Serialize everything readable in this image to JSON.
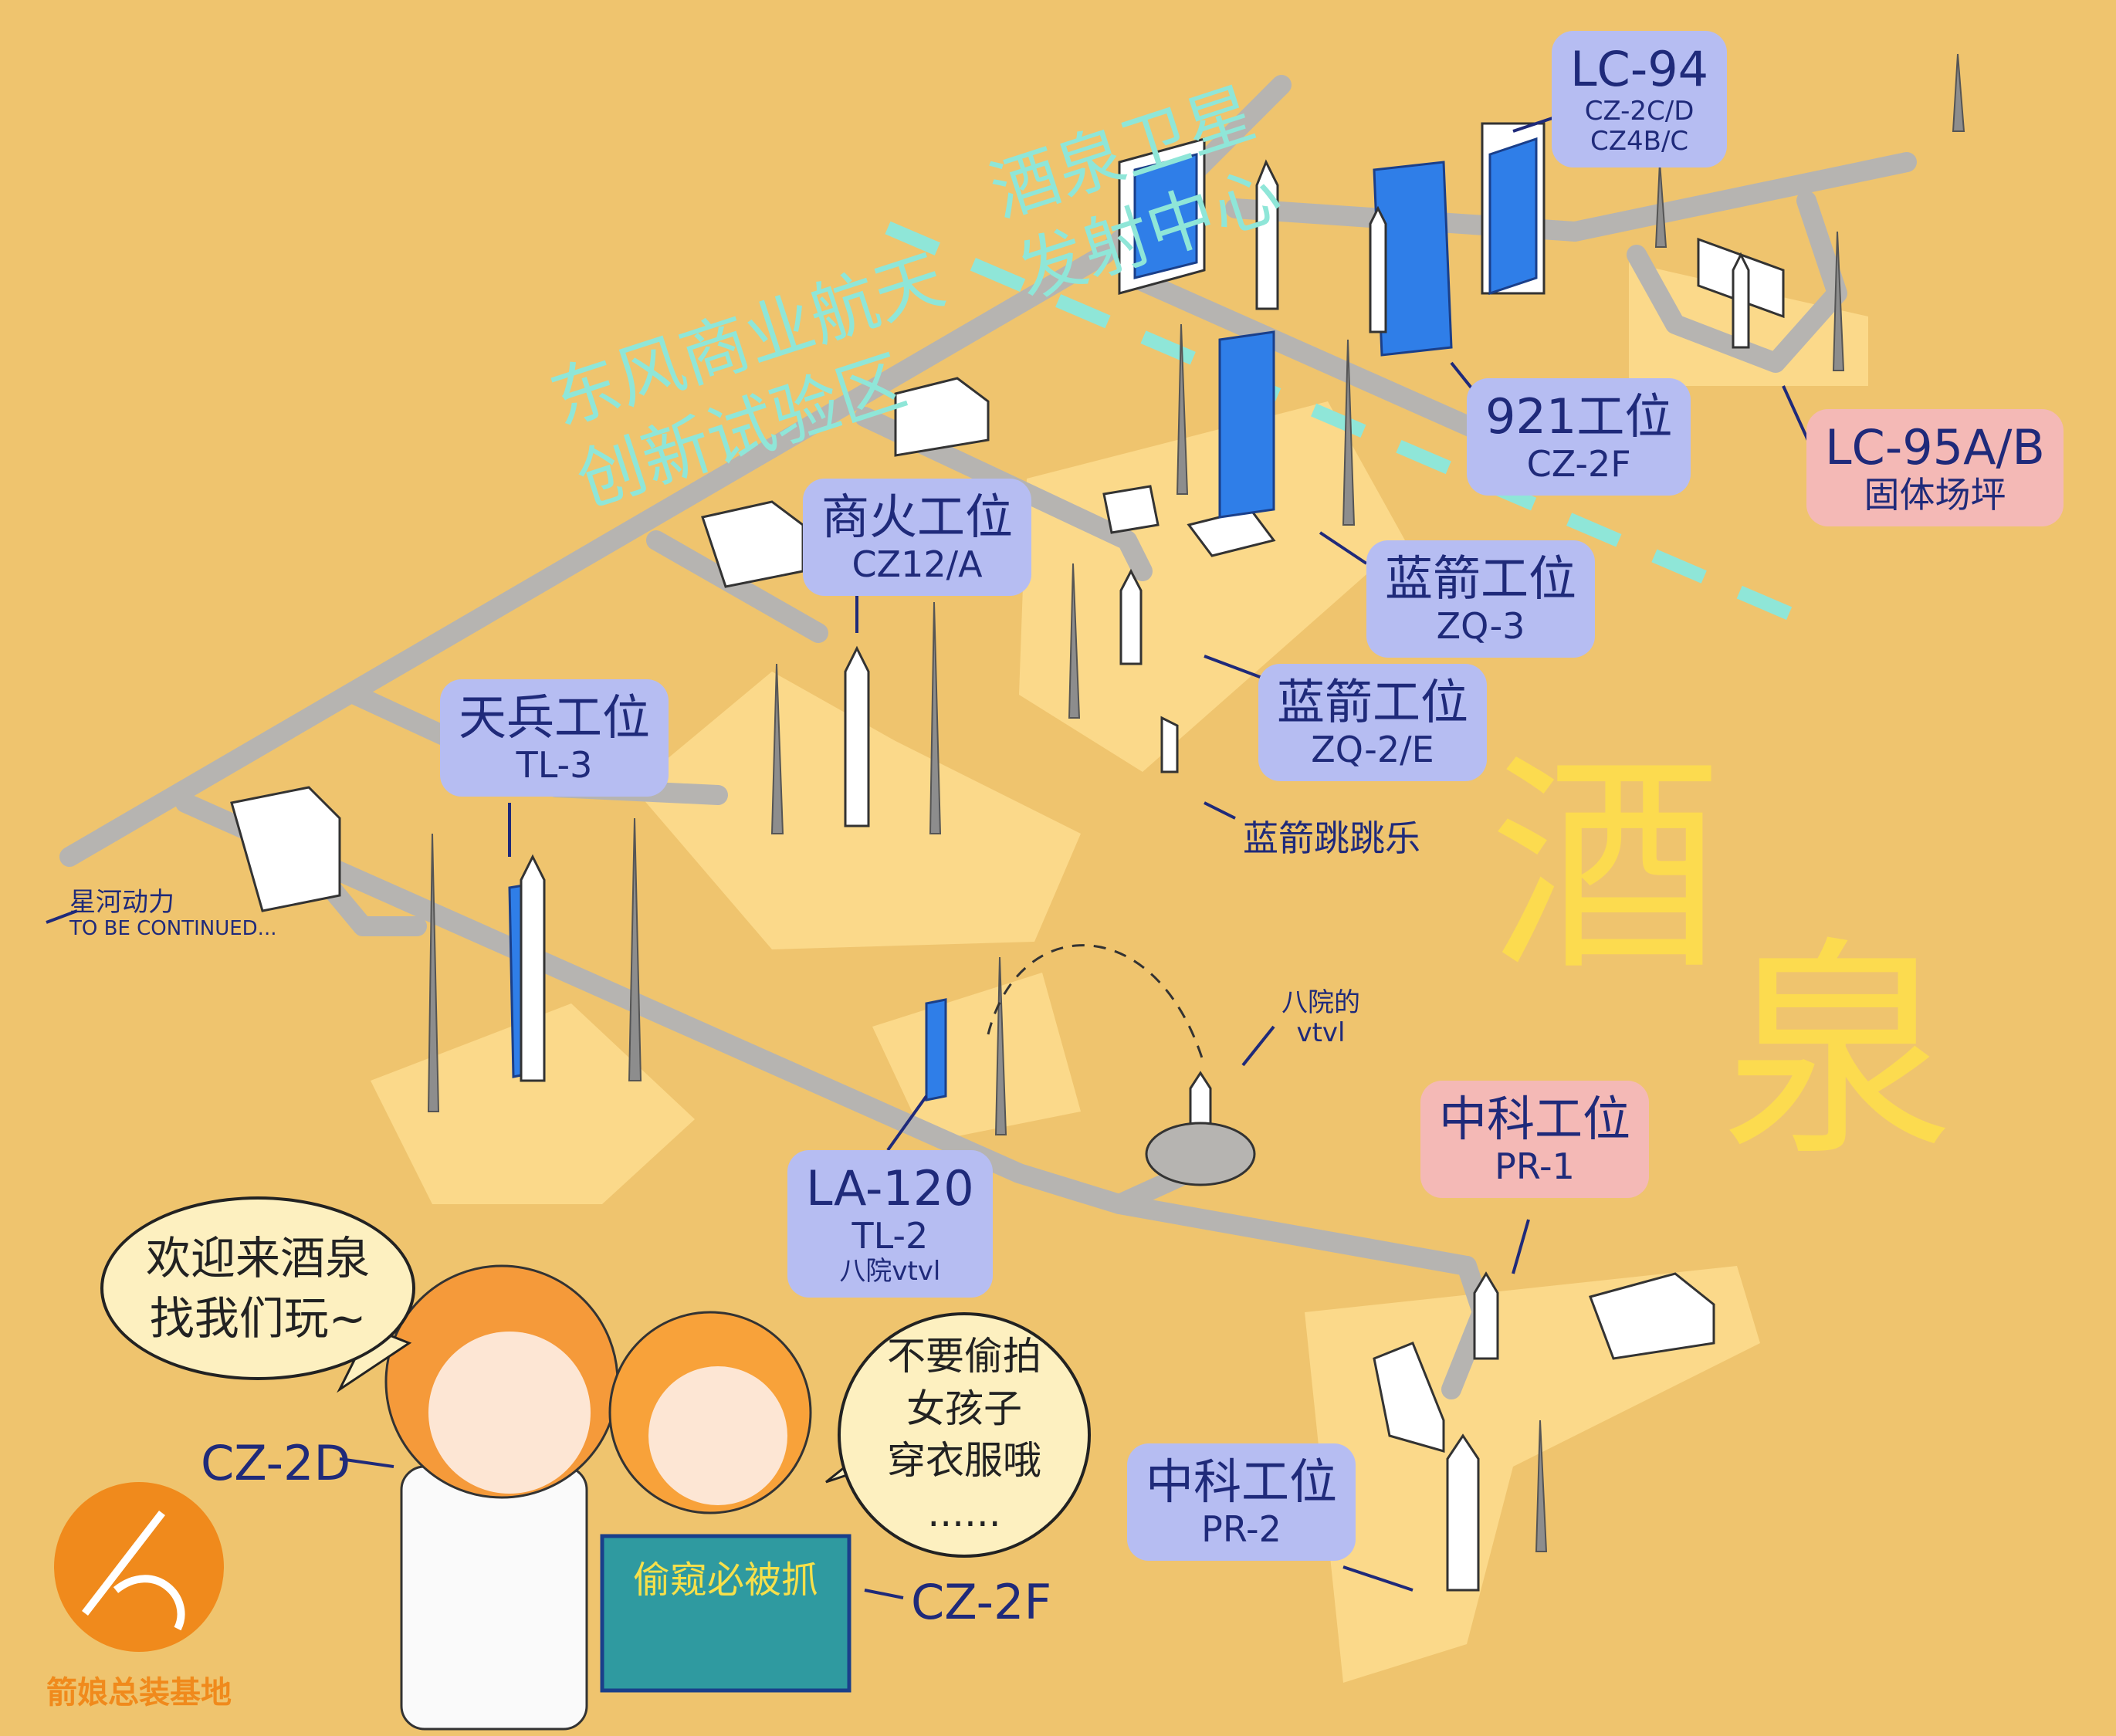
{
  "title_region": {
    "zone_line1": "东风商业航天",
    "zone_line2": "创新试验区",
    "center_line1": "酒泉卫星",
    "center_line2": "发射中心"
  },
  "big_characters": [
    "酒",
    "泉"
  ],
  "sites": {
    "lc94": {
      "name": "LC-94",
      "line2": "CZ-2C/D",
      "line3": "CZ4B/C"
    },
    "lc95": {
      "name": "LC-95A/B",
      "sub": "固体场坪"
    },
    "pad921": {
      "name": "921工位",
      "sub": "CZ-2F"
    },
    "zq3": {
      "name": "蓝箭工位",
      "sub": "ZQ-3"
    },
    "zq2": {
      "name": "蓝箭工位",
      "sub": "ZQ-2/E"
    },
    "hopper": {
      "name": "蓝箭跳跳乐"
    },
    "shanghuo": {
      "name": "商火工位",
      "sub": "CZ12/A"
    },
    "tianbing": {
      "name": "天兵工位",
      "sub": "TL-3"
    },
    "xinghe": {
      "name": "星河动力",
      "sub": "TO BE CONTINUED..."
    },
    "la120": {
      "name": "LA-120",
      "line2": "TL-2",
      "line3": "八院vtvl"
    },
    "vtvl": {
      "name": "八院的",
      "sub": "vtvl"
    },
    "pr1": {
      "name": "中科工位",
      "sub": "PR-1"
    },
    "pr2": {
      "name": "中科工位",
      "sub": "PR-2"
    }
  },
  "characters": {
    "speech_left_line1": "欢迎来酒泉",
    "speech_left_line2": "找我们玩~",
    "speech_right_line1": "不要偷拍",
    "speech_right_line2": "女孩子",
    "speech_right_line3": "穿衣服哦",
    "speech_right_line4": "......",
    "label_cz2d": "CZ-2D",
    "label_cz2f": "CZ-2F",
    "sign_text": "偷窥必被抓"
  },
  "logo": {
    "text": "箭娘总装基地"
  },
  "colors": {
    "background": "#efc46e",
    "pad_area": "#fbd98a",
    "road": "#b6b4b1",
    "rocket_blue": "#2f7ee8",
    "label_blue": "#b6bdf2",
    "label_pink": "#f4b9b6",
    "ink": "#1f2a7a",
    "teal": "#8fe6d8",
    "big_char": "#ffe04a",
    "logo_orange": "#f08a1c"
  }
}
